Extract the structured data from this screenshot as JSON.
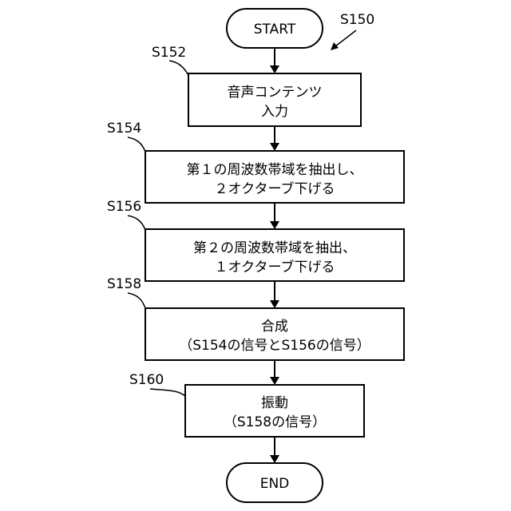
{
  "figure_label": "S150",
  "start": {
    "text": "START"
  },
  "end": {
    "text": "END"
  },
  "steps": [
    {
      "label": "S152",
      "lines": [
        "音声コンテンツ",
        "入力"
      ]
    },
    {
      "label": "S154",
      "lines": [
        "第１の周波数帯域を抽出し、",
        "２オクターブ下げる"
      ]
    },
    {
      "label": "S156",
      "lines": [
        "第２の周波数帯域を抽出、",
        "１オクターブ下げる"
      ]
    },
    {
      "label": "S158",
      "lines": [
        "合成",
        "（S154の信号とS156の信号）"
      ]
    },
    {
      "label": "S160",
      "lines": [
        "振動",
        "（S158の信号）"
      ]
    }
  ]
}
